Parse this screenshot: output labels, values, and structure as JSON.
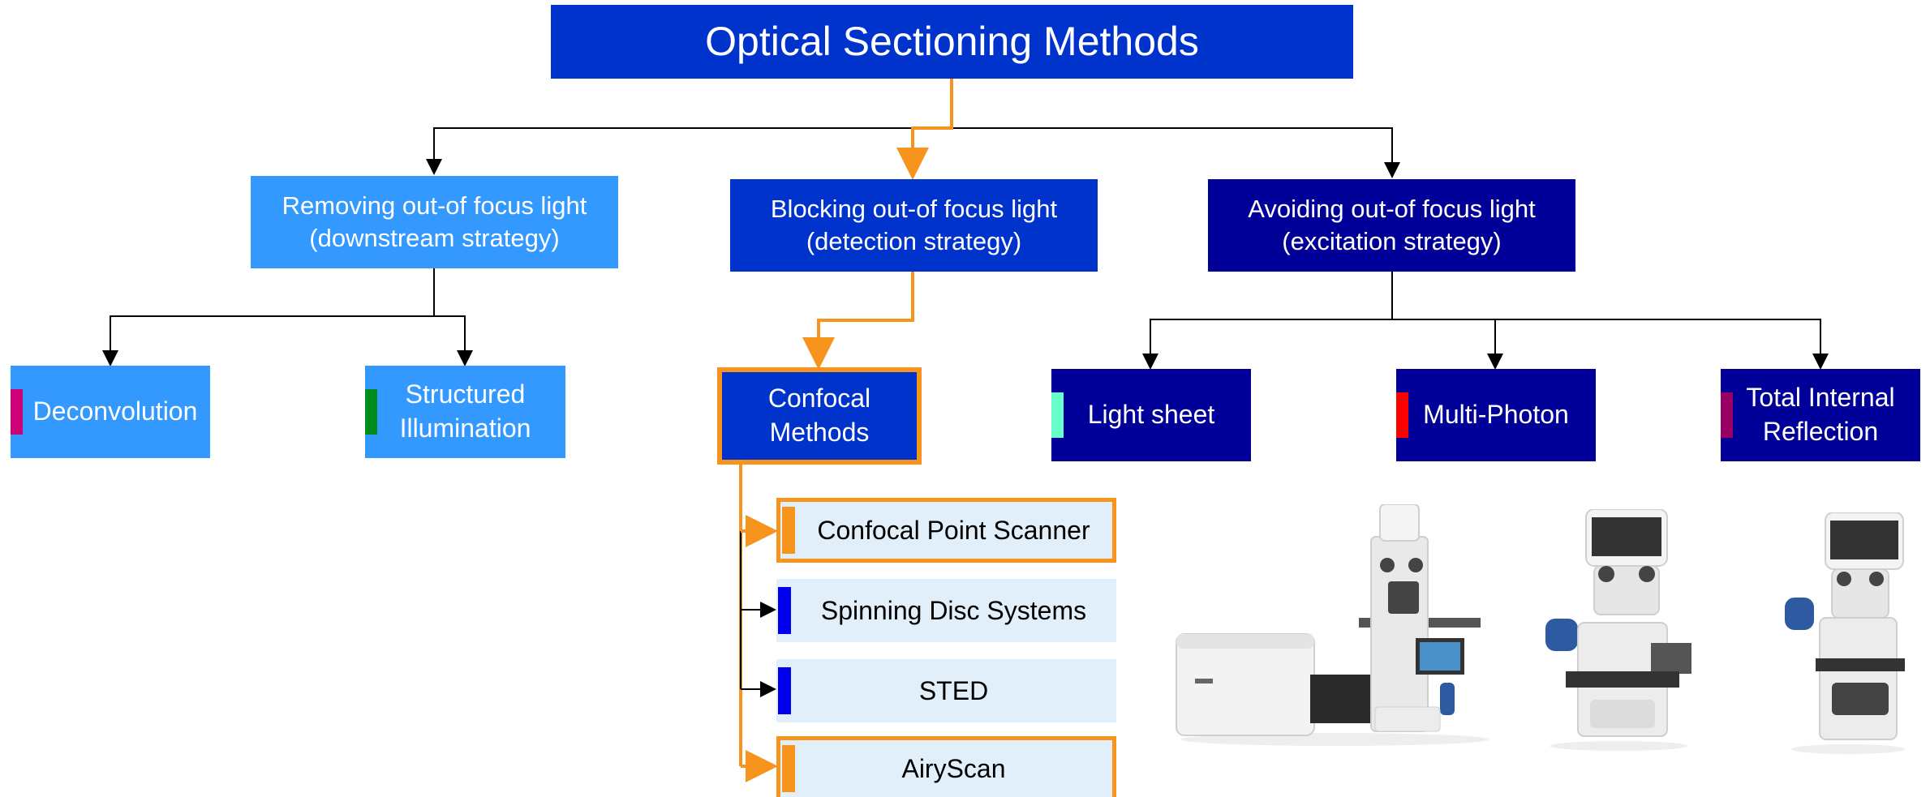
{
  "diagram": {
    "title": "Optical Sectioning Methods",
    "strategies": [
      {
        "line1": "Removing out-of focus light",
        "line2": "(downstream strategy)"
      },
      {
        "line1": "Blocking out-of focus light",
        "line2": "(detection strategy)"
      },
      {
        "line1": "Avoiding out-of focus light",
        "line2": "(excitation strategy)"
      }
    ],
    "methods": {
      "deconvolution": {
        "line1": "Deconvolution"
      },
      "structured": {
        "line1": "Structured",
        "line2": "Illumination"
      },
      "confocal": {
        "line1": "Confocal",
        "line2": "Methods"
      },
      "lightsheet": {
        "line1": "Light sheet"
      },
      "multiphoton": {
        "line1": "Multi-Photon"
      },
      "tirf": {
        "line1": "Total Internal",
        "line2": "Reflection"
      }
    },
    "confocal_techniques": [
      {
        "label": "Confocal Point Scanner",
        "highlighted": true
      },
      {
        "label": "Spinning Disc Systems",
        "highlighted": false
      },
      {
        "label": "STED",
        "highlighted": false
      },
      {
        "label": "AiryScan",
        "highlighted": true
      }
    ],
    "colors": {
      "title_bg": "#0033cc",
      "removing_bg": "#3399ff",
      "blocking_bg": "#0033cc",
      "avoiding_bg": "#000099",
      "highlight": "#f7941d",
      "deconvolution_marker": "#cc0077",
      "structured_marker": "#008c1a",
      "lightsheet_marker": "#66ffcc",
      "multiphoton_marker": "#ff0000",
      "tirf_marker": "#990066",
      "technique_marker": "#0000ee",
      "technique_bg": "#e1effa"
    },
    "images": [
      {
        "icon": "confocal-microscope-system"
      },
      {
        "icon": "upright-microscope"
      },
      {
        "icon": "upright-microscope-compact"
      }
    ]
  }
}
